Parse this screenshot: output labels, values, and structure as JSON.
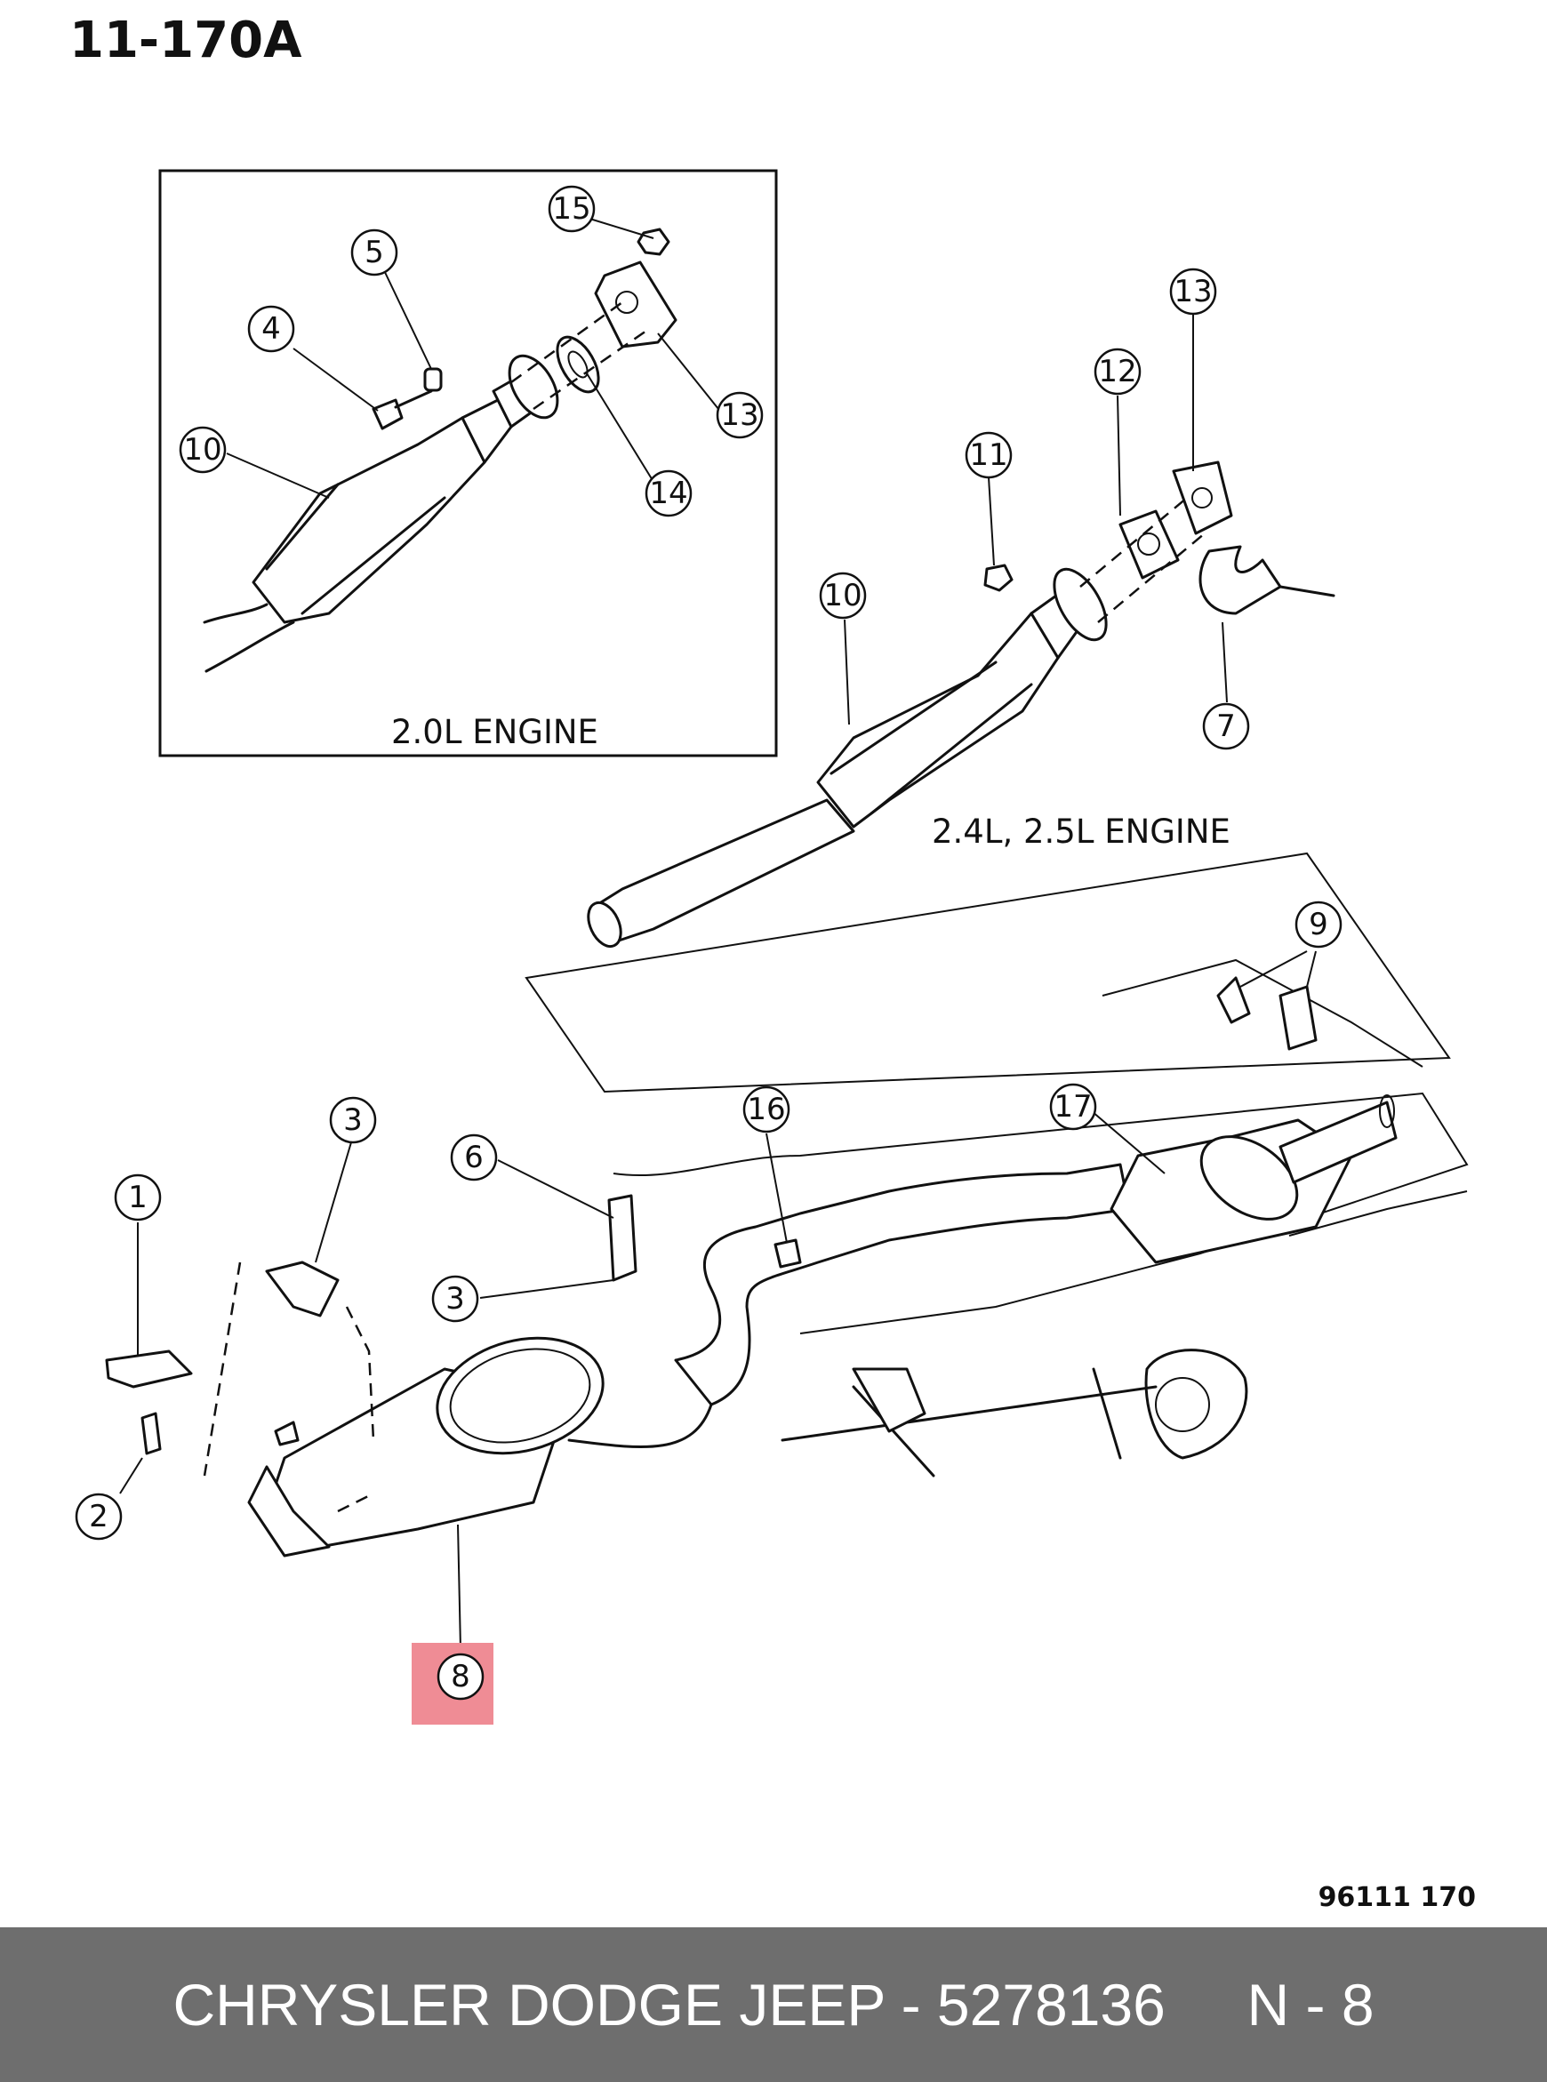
{
  "diagram_id": "11-170A",
  "drawing_number": "96111 170",
  "inset_caption": "2.0L ENGINE",
  "main_caption": "2.4L, 2.5L ENGINE",
  "highlighted_callout": "8",
  "highlight_color": "#ef8c95",
  "callouts": [
    "15",
    "5",
    "4",
    "10",
    "13",
    "14",
    "13",
    "12",
    "11",
    "10",
    "7",
    "9",
    "17",
    "16",
    "6",
    "3",
    "3",
    "1",
    "2",
    "8"
  ],
  "footer": {
    "text": "CHRYSLER DODGE JEEP - 5278136     N - 8",
    "background": "#6e6e6e"
  }
}
